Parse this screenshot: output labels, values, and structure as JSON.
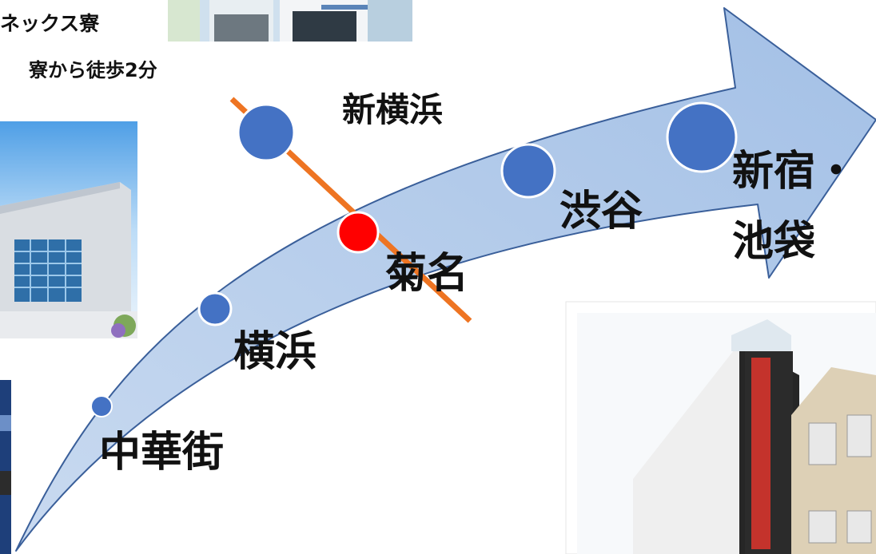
{
  "captions": {
    "dorm_name": "ネックス寮",
    "walk_time": "寮から徒歩2分"
  },
  "stations": {
    "shin_yokohama": "新横浜",
    "kikuna": "菊名",
    "yokohama": "横浜",
    "chinatown": "中華街",
    "shibuya": "渋谷",
    "shinjuku_line1": "新宿・",
    "shinjuku_line2": "池袋"
  },
  "colors": {
    "arrow_fill": "#a9c4e6",
    "arrow_stroke": "#3a5f9a",
    "station_dot": "#4472c4",
    "current_station_dot": "#ff0000",
    "crossing_line": "#ee7422"
  }
}
